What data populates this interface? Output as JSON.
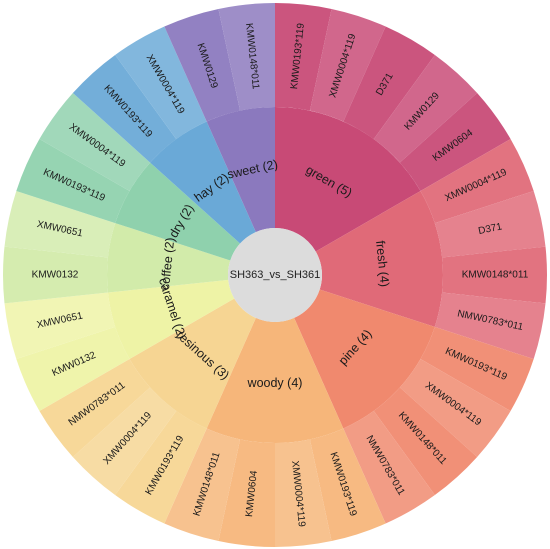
{
  "chart_data": {
    "type": "sunburst",
    "center_label": "SH363_vs_SH361",
    "categories": [
      {
        "name": "green",
        "count": 5,
        "color": "#c84a76",
        "items": [
          "KMW0193*119",
          "XMW0004*119",
          "D371",
          "KMW0129",
          "KMW0604"
        ]
      },
      {
        "name": "fresh",
        "count": 4,
        "color": "#e06a78",
        "items": [
          "XMW0004*119",
          "D371",
          "KMW0148*011",
          "NMW0783*011"
        ]
      },
      {
        "name": "pine",
        "count": 4,
        "color": "#f0896e",
        "items": [
          "KMW0193*119",
          "XMW0004*119",
          "KMW0148*011",
          "NMW0783*011"
        ]
      },
      {
        "name": "woody",
        "count": 4,
        "color": "#f6b67a",
        "items": [
          "KMW0193*119",
          "XMW0004*119",
          "KMW0604",
          "KMW0148*011"
        ]
      },
      {
        "name": "resinous",
        "count": 3,
        "color": "#f6d593",
        "items": [
          "KMW0193*119",
          "XMW0004*119",
          "NMW0783*011"
        ]
      },
      {
        "name": "caramel",
        "count": 2,
        "color": "#eef3a6",
        "items": [
          "KMW0132",
          "XMW0651"
        ]
      },
      {
        "name": "coffee",
        "count": 2,
        "color": "#d2ebaa",
        "items": [
          "KMW0132",
          "XMW0651"
        ]
      },
      {
        "name": "dry",
        "count": 2,
        "color": "#8fd1ad",
        "items": [
          "KMW0193*119",
          "XMW0004*119"
        ]
      },
      {
        "name": "hay",
        "count": 2,
        "color": "#6aa9d7",
        "items": [
          "KMW0193*119",
          "XMW0004*119"
        ]
      },
      {
        "name": "sweet",
        "count": 2,
        "color": "#8b79be",
        "items": [
          "KMW0129",
          "KMW0148*011"
        ]
      }
    ]
  }
}
